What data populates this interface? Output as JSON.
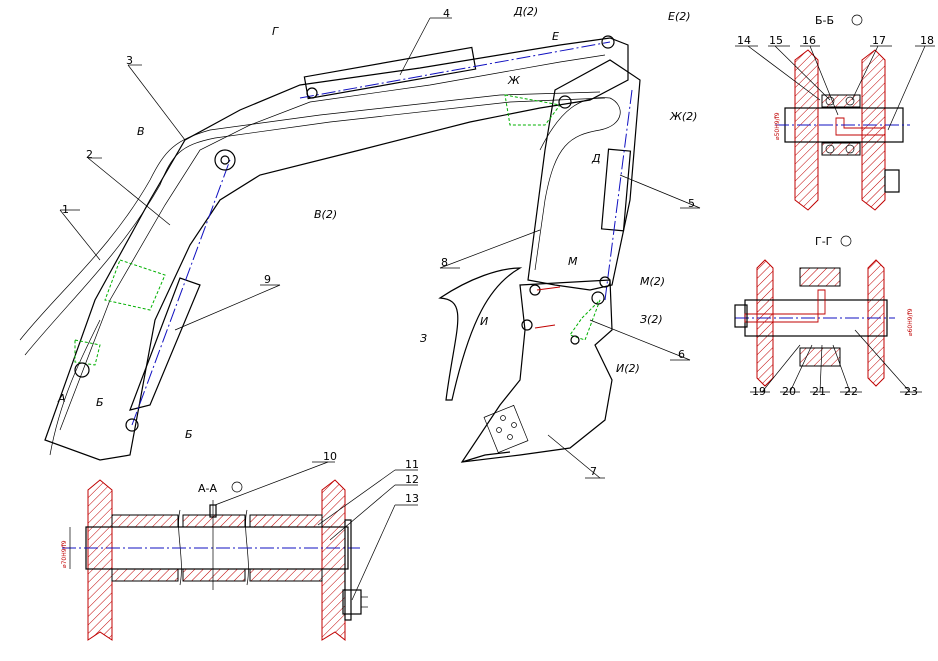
{
  "callouts": [
    "1",
    "2",
    "3",
    "4",
    "5",
    "6",
    "7",
    "8",
    "9",
    "10",
    "11",
    "12",
    "13",
    "14",
    "15",
    "16",
    "17",
    "18",
    "19",
    "20",
    "21",
    "22",
    "23"
  ],
  "view_marks": {
    "A": "А",
    "B": "Б",
    "V": "В",
    "V2": "В(2)",
    "G": "Г",
    "D2": "Д(2)",
    "D": "Д",
    "E": "Е",
    "E2": "Е(2)",
    "Zh": "Ж",
    "Zh2": "Ж(2)",
    "Z": "З",
    "Z2": "З(2)",
    "I": "И",
    "I2": "И(2)",
    "M": "М",
    "M2": "М(2)",
    "B2": "Б"
  },
  "section_titles": {
    "aa": "А-А",
    "bb": "Б-Б",
    "gg": "Г-Г"
  },
  "dims": {
    "aa": "⌀70H9/f9",
    "bb": "⌀50H9/f9",
    "gg": "⌀60H9/f9"
  },
  "colors": {
    "line": "#000000",
    "section": "#c00000",
    "axis": "#1010c0",
    "hidden": "#00b000"
  }
}
